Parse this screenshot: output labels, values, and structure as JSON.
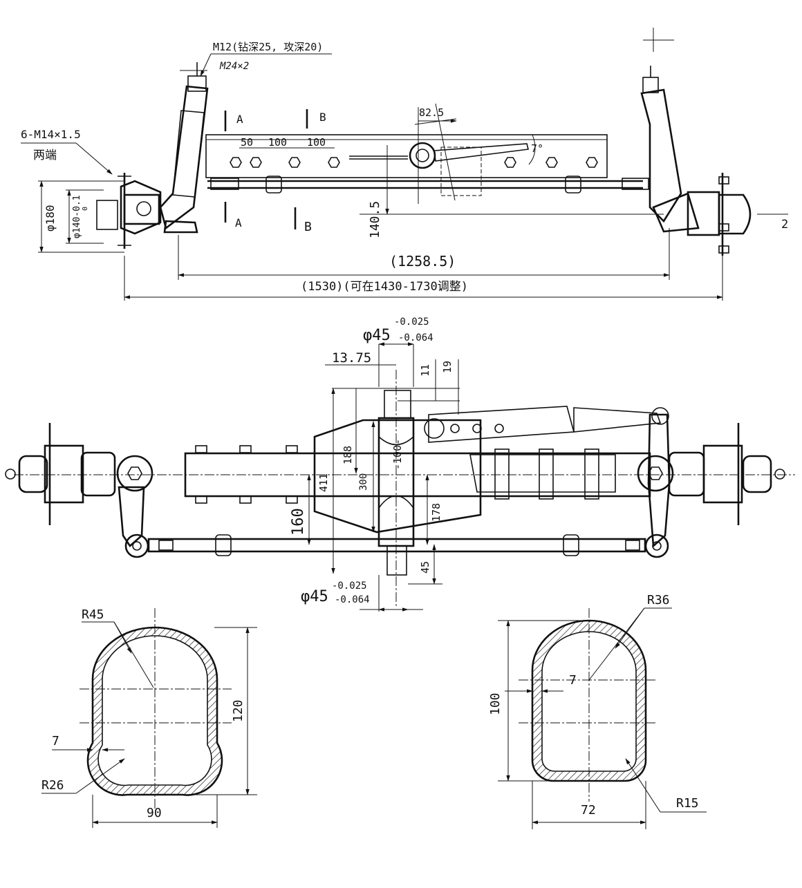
{
  "top_view": {
    "thread_note": "M12(钻深25, 攻深20)",
    "thread_note2": "M24×2",
    "bolt_note": "6-M14×1.5",
    "bolt_note_sub": "两端",
    "section_a": "A",
    "section_b": "B",
    "dim_50": "50",
    "dim_100a": "100",
    "dim_100b": "100",
    "dim_82_5": "82.5",
    "angle_7": "7°",
    "dim_phi180": "φ180",
    "dim_phi140": "φ140-0.1",
    "dim_phi140_sub": "0",
    "dim_140_5": "140.5",
    "dim_2": "2",
    "dim_1258_5": "(1258.5)",
    "dim_1530": "(1530)(可在1430-1730调整)"
  },
  "plan_view": {
    "phi45_top": "φ45",
    "phi45_top_tol_upper": "-0.025",
    "phi45_top_tol_lower": "-0.064",
    "dim_13_75": "13.75",
    "dim_11": "11",
    "dim_19": "19",
    "dim_188": "188",
    "dim_100": "-100-",
    "dim_411": "411",
    "dim_300": "300",
    "dim_160": "160",
    "dim_178": "178",
    "dim_45": "45",
    "phi45_bottom": "φ45",
    "phi45_bottom_tol_upper": "-0.025",
    "phi45_bottom_tol_lower": "-0.064"
  },
  "section_left": {
    "r45": "R45",
    "dim_120": "120",
    "dim_7": "7",
    "r26": "R26",
    "dim_90": "90"
  },
  "section_right": {
    "r36": "R36",
    "dim_7": "7",
    "dim_100": "100",
    "dim_72": "72",
    "r15": "R15"
  }
}
